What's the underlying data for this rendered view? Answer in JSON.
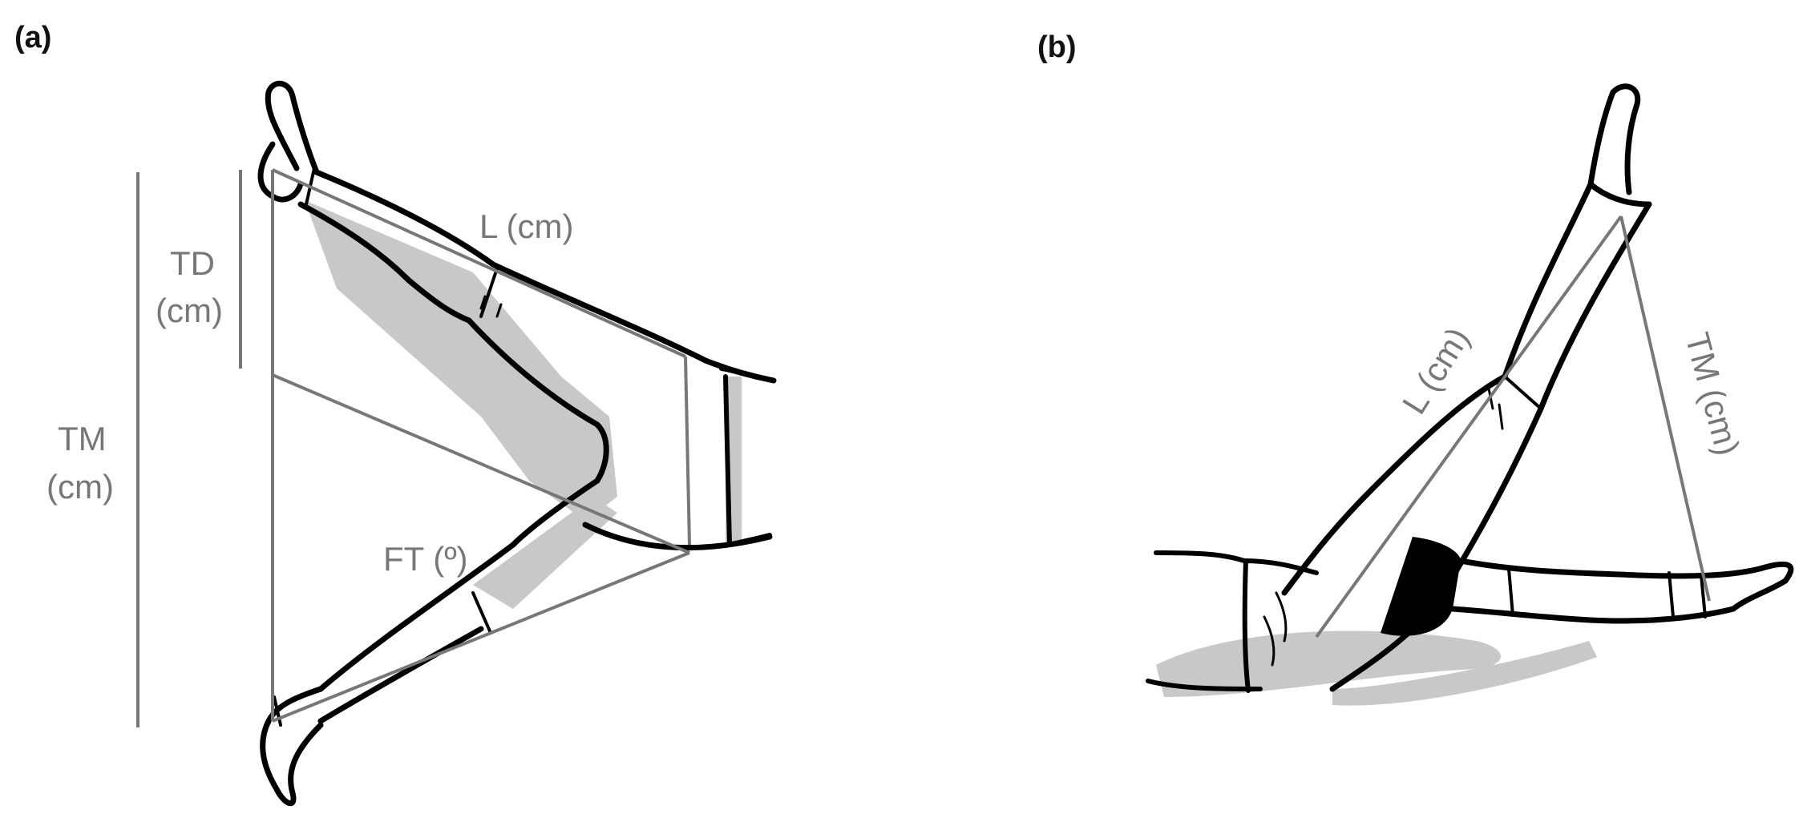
{
  "panels": {
    "a": {
      "label": "(a)",
      "labels": {
        "leg_length": "L (cm)",
        "td_line1": "TD",
        "td_line2": "(cm)",
        "tm_line1": "TM",
        "tm_line2": "(cm)",
        "ft": "FT (º)"
      }
    },
    "b": {
      "label": "(b)",
      "labels": {
        "leg_length": "L (cm)",
        "tm": "TM (cm)"
      }
    }
  },
  "colors": {
    "outline": "#000000",
    "measure_line": "#777777",
    "shadow": "#c8c8c8"
  }
}
